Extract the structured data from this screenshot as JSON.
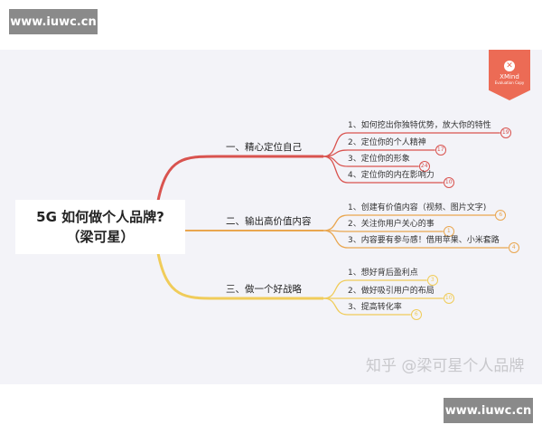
{
  "watermarks": {
    "top": "www.iuwc.cn",
    "bottom": "www.iuwc.cn"
  },
  "central": {
    "line1": "5G 如何做个人品牌?",
    "line2": "（梁可星）"
  },
  "branches": [
    {
      "label": "一、精心定位自己",
      "color": "#d9534f",
      "items": [
        {
          "text": "1、如何挖出你独特优势，放大你的特性",
          "badge": "19"
        },
        {
          "text": "2、定位你的个人精神",
          "badge": "17"
        },
        {
          "text": "3、定位你的形象",
          "badge": "24"
        },
        {
          "text": "4、定位你的内在影响力",
          "badge": "10"
        }
      ]
    },
    {
      "label": "二、输出高价值内容",
      "color": "#e9a64f",
      "items": [
        {
          "text": "1、创建有价值内容（视频、图片文字)",
          "badge": "6"
        },
        {
          "text": "2、关注你用户关心的事",
          "badge": "1"
        },
        {
          "text": "3、内容要有参与感！借用苹果、小米套路",
          "badge": "4"
        }
      ]
    },
    {
      "label": "三、做一个好战略",
      "color": "#f0cc5a",
      "items": [
        {
          "text": "1、想好背后盈利点",
          "badge": "3"
        },
        {
          "text": "2、做好吸引用户的布局",
          "badge": "10"
        },
        {
          "text": "3、提高转化率",
          "badge": "6"
        }
      ]
    }
  ],
  "xmind": {
    "name": "XMind",
    "sub": "Evaluation Copy",
    "icon": "xmind-logo-icon"
  },
  "credit": "知乎 @梁可星个人品牌"
}
